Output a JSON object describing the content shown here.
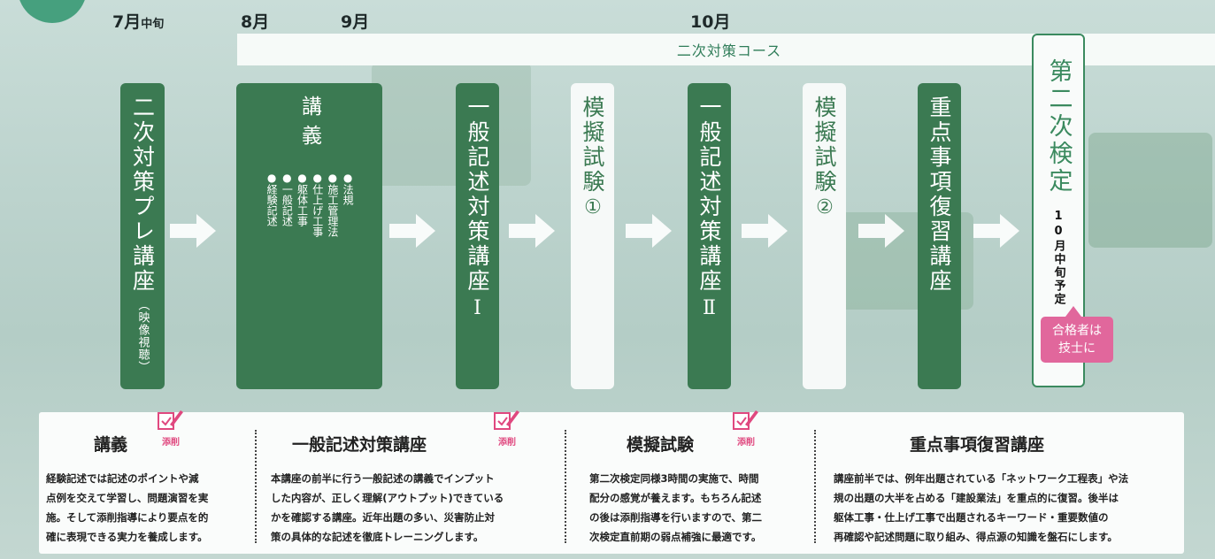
{
  "months": [
    {
      "main": "7月",
      "sub": "中旬"
    },
    {
      "main": "8月",
      "sub": ""
    },
    {
      "main": "9月",
      "sub": ""
    },
    {
      "main": "10月",
      "sub": ""
    }
  ],
  "course_bar": "二次対策コース",
  "steps": {
    "pre": {
      "title": "二次対策プレ講座",
      "note": "（映像視聴）"
    },
    "lecture": {
      "title": "講義",
      "topics": [
        "●法規",
        "●施工管理法",
        "●仕上げ工事",
        "●躯体工事",
        "●一般記述",
        "●経験記述"
      ]
    },
    "general1": {
      "title": "一般記述対策講座",
      "numeral": "Ⅰ"
    },
    "mock1": {
      "title": "模擬試験",
      "numeral": "①"
    },
    "general2": {
      "title": "一般記述対策講座",
      "numeral": "Ⅱ"
    },
    "mock2": {
      "title": "模擬試験",
      "numeral": "②"
    },
    "review": {
      "title": "重点事項復習講座"
    }
  },
  "final": {
    "title": "第二次検定",
    "date": "10月中旬予定"
  },
  "pass_bubble": {
    "line1": "合格者は",
    "line2": "技士に"
  },
  "tensaku_label": "添削",
  "descriptions": [
    {
      "title": "講義",
      "has_tensaku": true,
      "lines": [
        "経験記述では記述のポイントや減",
        "点例を交えて学習し、問題演習を実",
        "施。そして添削指導により要点を的",
        "確に表現できる実力を養成します。"
      ]
    },
    {
      "title": "一般記述対策講座",
      "has_tensaku": true,
      "lines": [
        "本講座の前半に行う一般記述の講義でインプット",
        "した内容が、正しく理解(アウトプット)できている",
        "かを確認する講座。近年出題の多い、災害防止対",
        "策の具体的な記述を徹底トレーニングします。"
      ]
    },
    {
      "title": "模擬試験",
      "has_tensaku": true,
      "lines": [
        "第二次検定同様3時間の実施で、時間",
        "配分の感覚が養えます。もちろん記述",
        "の後は添削指導を行いますので、第二",
        "次検定直前期の弱点補強に最適です。"
      ]
    },
    {
      "title": "重点事項復習講座",
      "has_tensaku": false,
      "lines": [
        "講座前半では、例年出題されている「ネットワーク工程表」や法",
        "規の出題の大半を占める「建設業法」を重点的に復習。後半は",
        "躯体工事・仕上げ工事で出題されるキーワード・重要数値の",
        "再確認や記述問題に取り組み、得点源の知識を盤石にします。"
      ]
    }
  ],
  "colors": {
    "dark_green": "#3b7a52",
    "accent_green": "#3b8a5f",
    "pink": "#e1679c"
  }
}
